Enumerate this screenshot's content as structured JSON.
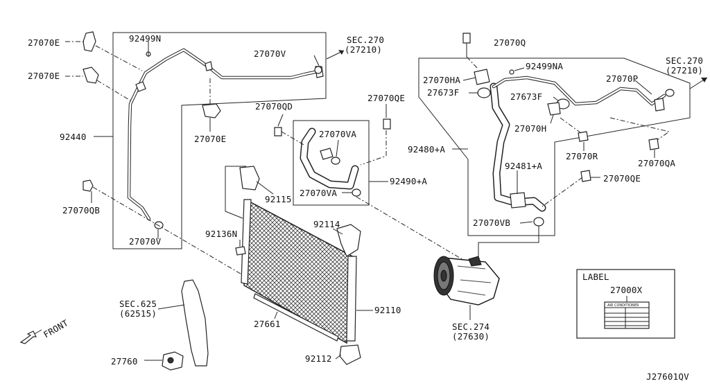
{
  "diagram_code": "J27601QV",
  "front_label": "FRONT",
  "callouts": {
    "c_27070E_a": "27070E",
    "c_27070E_b": "27070E",
    "c_92499N": "92499N",
    "c_sec270_left": "SEC.270",
    "c_sec270_left_sub": "(27210)",
    "c_27070V_top": "27070V",
    "c_27070E_c": "27070E",
    "c_92440": "92440",
    "c_27070QB": "27070QB",
    "c_27070V_bottom": "27070V",
    "c_27070QD": "27070QD",
    "c_27070QE_mid": "27070QE",
    "c_27070VA_top": "27070VA",
    "c_92490A": "92490+A",
    "c_27070VA_bottom": "27070VA",
    "c_92115": "92115",
    "c_92136N": "92136N",
    "c_92114": "92114",
    "c_92110": "92110",
    "c_27661": "27661",
    "c_92112": "92112",
    "c_sec625": "SEC.625",
    "c_sec625_sub": "(62515)",
    "c_27760": "27760",
    "c_27070Q": "27070Q",
    "c_27070HA": "27070HA",
    "c_92499NA": "92499NA",
    "c_sec270_right": "SEC.270",
    "c_sec270_right_sub": "(27210)",
    "c_27673F_a": "27673F",
    "c_27673F_b": "27673F",
    "c_27070P": "27070P",
    "c_27070H": "27070H",
    "c_92480A": "92480+A",
    "c_27070R": "27070R",
    "c_27070QA": "27070QA",
    "c_92481A": "92481+A",
    "c_27070QE_right": "27070QE",
    "c_27070VB": "27070VB",
    "c_sec274": "SEC.274",
    "c_sec274_sub": "(27630)",
    "c_label_title": "LABEL",
    "c_27000X": "27000X",
    "c_sticker_text": "AIR CONDITIONER"
  }
}
